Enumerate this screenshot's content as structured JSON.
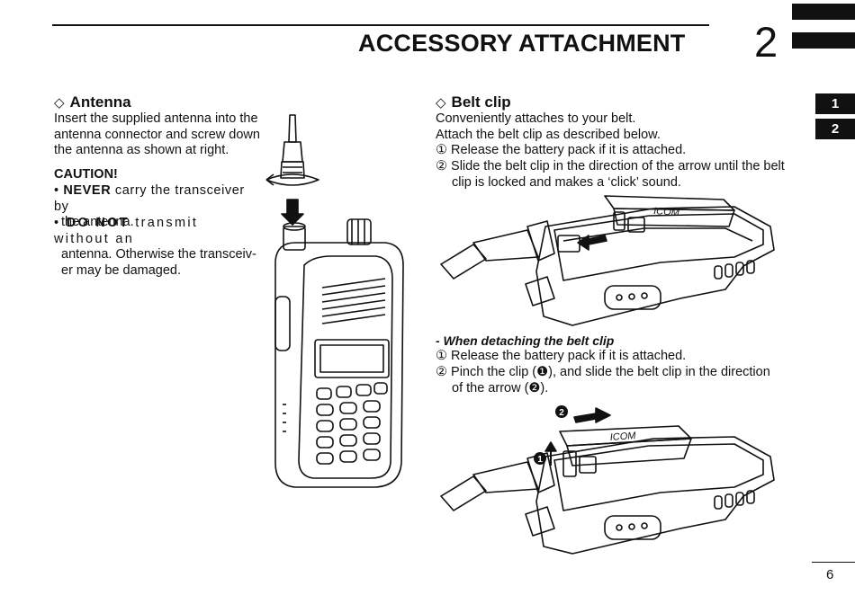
{
  "header": {
    "title": "ACCESSORY ATTACHMENT",
    "chapter_number": "2",
    "tabs": [
      "1",
      "2"
    ]
  },
  "antenna": {
    "heading": "Antenna",
    "body_lines": [
      "Insert the supplied antenna into the",
      "antenna connector and screw down",
      "the antenna as shown at right."
    ],
    "caution_label": "CAUTION!",
    "caution_items": [
      {
        "bold": "NEVER",
        "lines": [
          " carry the transceiver by",
          "the antenna."
        ]
      },
      {
        "bold": "DO NOT",
        "lines": [
          " transmit without an",
          "antenna. Otherwise the transceiv-",
          "er may be damaged."
        ]
      }
    ]
  },
  "belt_clip": {
    "heading": "Belt clip",
    "body_lines": [
      "Conveniently attaches to your belt.",
      "Attach the belt clip as described below."
    ],
    "steps": [
      {
        "num": "①",
        "lines": [
          "Release the battery pack if it is attached."
        ]
      },
      {
        "num": "②",
        "lines": [
          "Slide the belt clip in the direction of the arrow until the belt",
          "clip is locked and makes a ‘click’ sound."
        ]
      }
    ],
    "detach_heading": "- When detaching the belt clip",
    "detach_steps": [
      {
        "num": "①",
        "lines": [
          "Release the battery pack if it is attached."
        ]
      },
      {
        "num": "②",
        "lines": [
          "Pinch the clip (❶), and slide the belt clip in the direction",
          "of the arrow (❷)."
        ]
      }
    ],
    "callouts": [
      "❶",
      "❷"
    ],
    "brand_mark": "ICOM"
  },
  "footer": {
    "page_number": "6"
  }
}
